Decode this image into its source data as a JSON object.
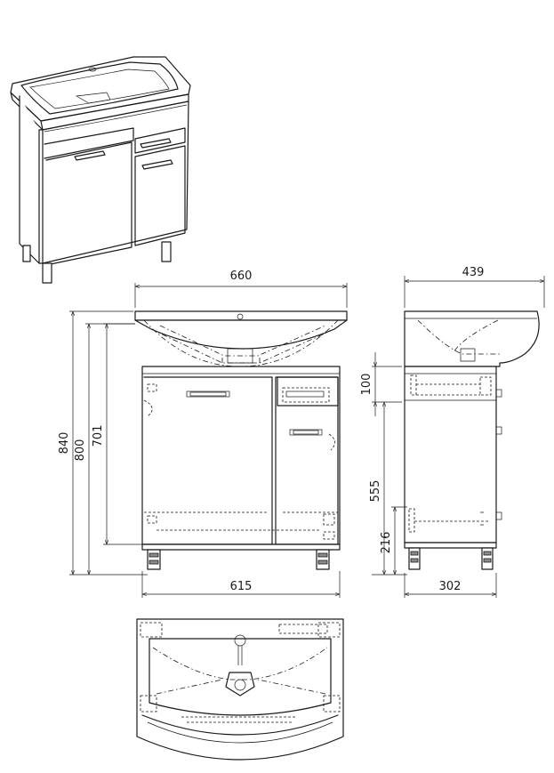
{
  "dimensions": {
    "front_width_top": "660",
    "front_width_bottom": "615",
    "height_total": "840",
    "height_body": "800",
    "height_cabinet": "701",
    "side_depth_top": "439",
    "side_depth_bottom": "302",
    "side_drawer_height": "100",
    "side_door_height": "555",
    "side_leg_height": "216"
  }
}
